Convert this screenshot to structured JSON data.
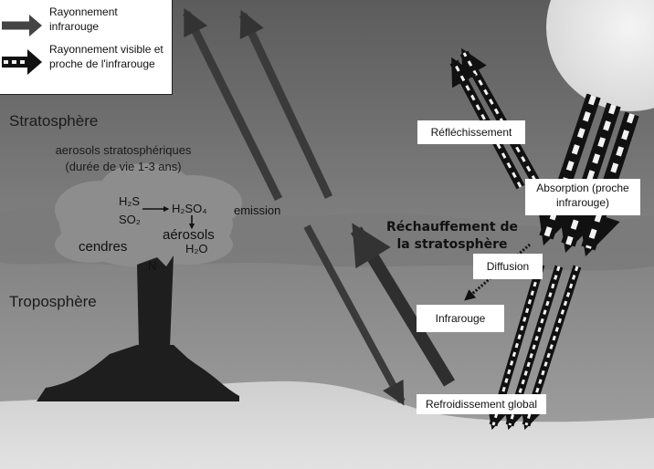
{
  "legend": {
    "infrared_label": "Rayonnement infrarouge",
    "visible_label": "Rayonnement visible et proche de l'infrarouge"
  },
  "layers": {
    "stratosphere": "Stratosphère",
    "troposphere": "Troposphère"
  },
  "aerosols": {
    "title_line1": "aerosols stratosphériques",
    "title_line2": "(durée de vie 1-3 ans)"
  },
  "chemistry": {
    "h2s": "H₂S",
    "so2": "SO₂",
    "h2so4": "H₂SO₄",
    "aerosols": "aérosols",
    "h2o": "H₂O",
    "cendres": "cendres",
    "n": "N"
  },
  "labels": {
    "emission": "emission",
    "warming_line1": "Réchauffement de",
    "warming_line2": "la stratosphère",
    "reflection": "Réfléchissement",
    "absorption": "Absorption (proche infrarouge)",
    "diffusion": "Diffusion",
    "infrared": "Infrarouge",
    "global_cooling": "Refroidissement global"
  },
  "colors": {
    "sky_top": "#5f5f5f",
    "sky_bottom": "#9a9a9a",
    "ground": "#d7d7d7",
    "aerosol_layer": "#7c7c7c",
    "plume": "#8f8f8f",
    "volcano": "#1e1e1e",
    "sun": "#e8e8e8",
    "arrow_dark": "#3a3a3a",
    "box_bg": "#ffffff"
  }
}
